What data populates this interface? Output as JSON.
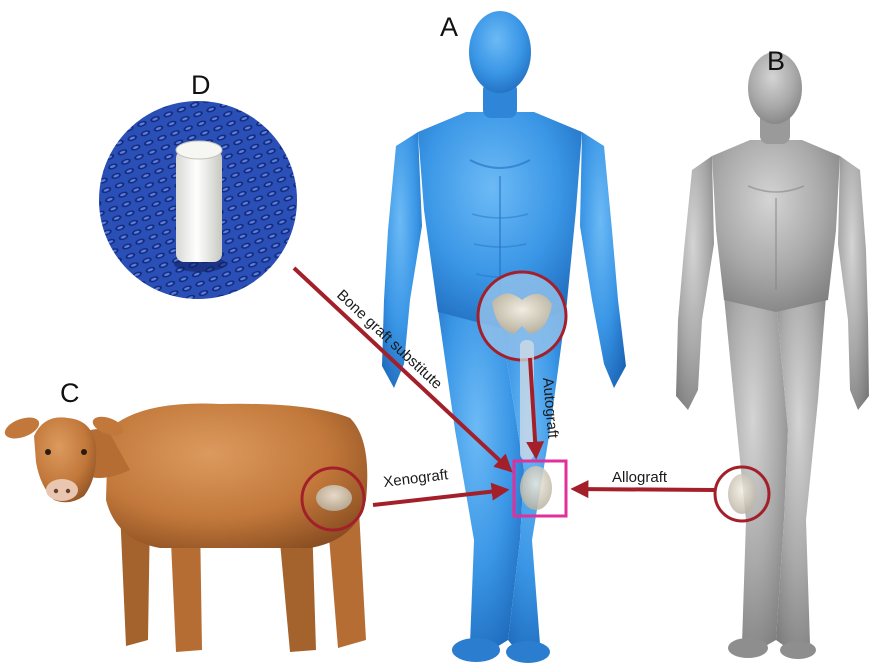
{
  "panels": {
    "a": "A",
    "b": "B",
    "c": "C",
    "d": "D"
  },
  "arrows": {
    "bone_graft_substitute": "Bone graft substitute",
    "autograft": "Autograft",
    "xenograft": "Xenograft",
    "allograft": "Allograft"
  },
  "colors": {
    "arrow": "#a3202a",
    "target_box": "#e0309a",
    "human_a": "#3a96e6",
    "human_b": "#a9a9a9",
    "cow": "#c2783a",
    "mesh": "#2a4fb6"
  },
  "icons": {
    "human_a": "blue-human-figure",
    "human_b": "grey-human-figure",
    "cow": "cow-photo",
    "implant": "cylindrical-implant"
  }
}
